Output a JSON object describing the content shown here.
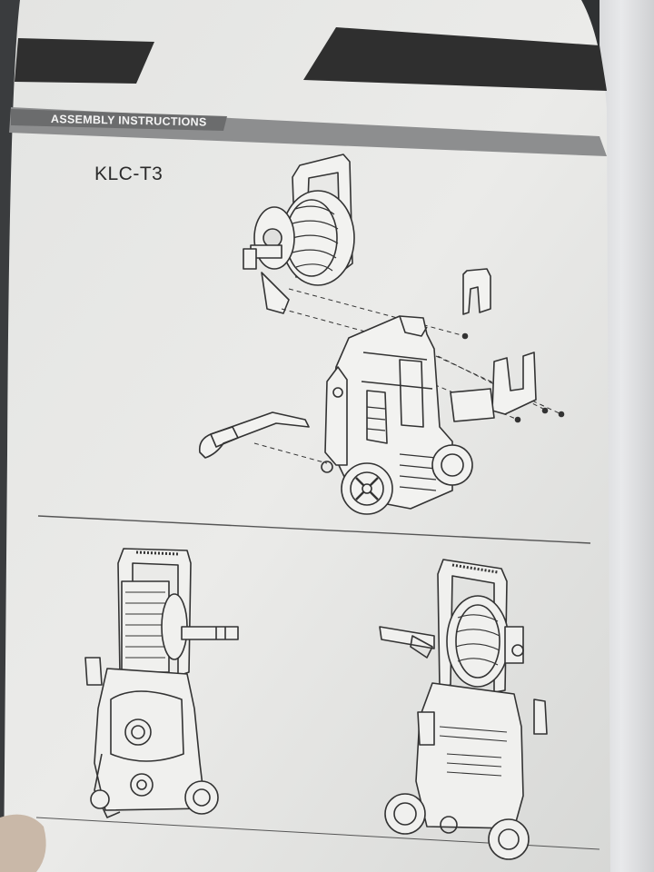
{
  "header": {
    "section_title": "ASSEMBLY INSTRUCTIONS"
  },
  "model": {
    "name": "KLC-T3"
  },
  "figures": {
    "exploded_view": "exploded-assembly-diagram",
    "assembled_front": "assembled-washer-front-view",
    "assembled_rear": "assembled-washer-rear-view"
  },
  "colors": {
    "page": "#e6e6e4",
    "header_band": "#2d2d2d",
    "line_art": "#333333"
  }
}
